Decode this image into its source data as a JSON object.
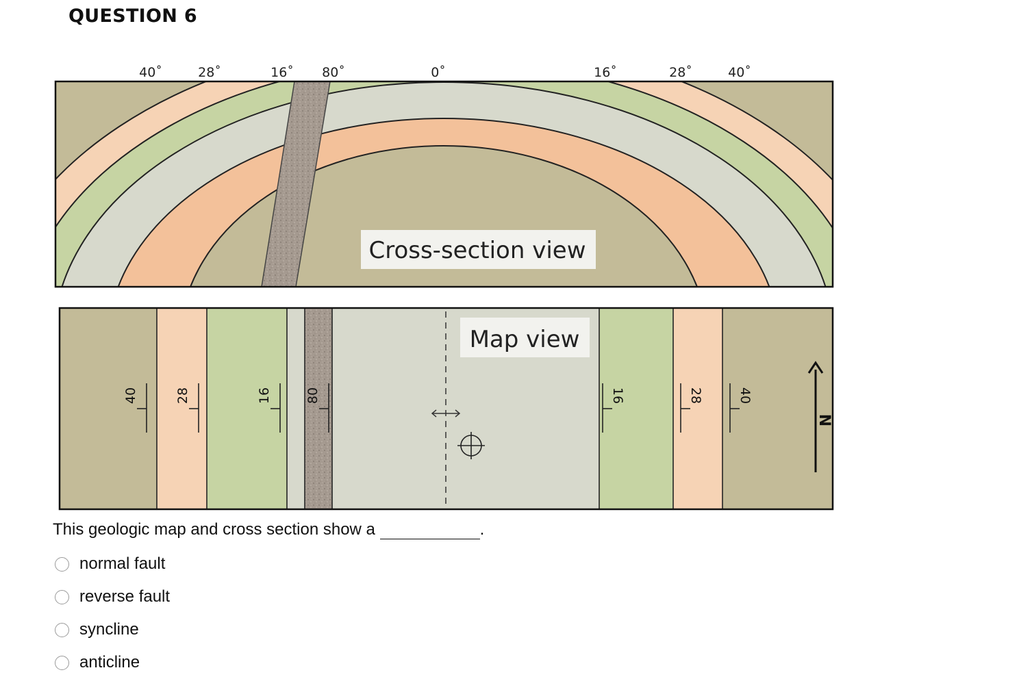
{
  "question": {
    "title": "QUESTION 6",
    "prompt": "This geologic map and cross section show a",
    "prompt_end": ".",
    "options": [
      {
        "label": "normal fault",
        "selected": false
      },
      {
        "label": "reverse fault",
        "selected": false
      },
      {
        "label": "syncline",
        "selected": false
      },
      {
        "label": "anticline",
        "selected": false
      }
    ]
  },
  "cross_section": {
    "label": "Cross-section view",
    "dip_labels": [
      "40˚",
      "28˚",
      "16˚",
      "80˚",
      "0˚",
      "16˚",
      "28˚",
      "40˚"
    ]
  },
  "map_view": {
    "label": "Map view",
    "strike_dip_labels": [
      "40",
      "28",
      "16",
      "80",
      "16",
      "28",
      "40"
    ],
    "north_label": "N",
    "fold_axis_symbol": "anticline-axis-icon",
    "horizontal_bed_symbol": "horizontal-bed-icon"
  },
  "colors": {
    "tan_layer": "#c3bb98",
    "peach_layer": "#f6d3b5",
    "green_layer": "#c6d4a3",
    "gray_layer": "#d7d9cc",
    "orange_layer": "#f3c19a",
    "fault_zone": "#a59a90"
  }
}
